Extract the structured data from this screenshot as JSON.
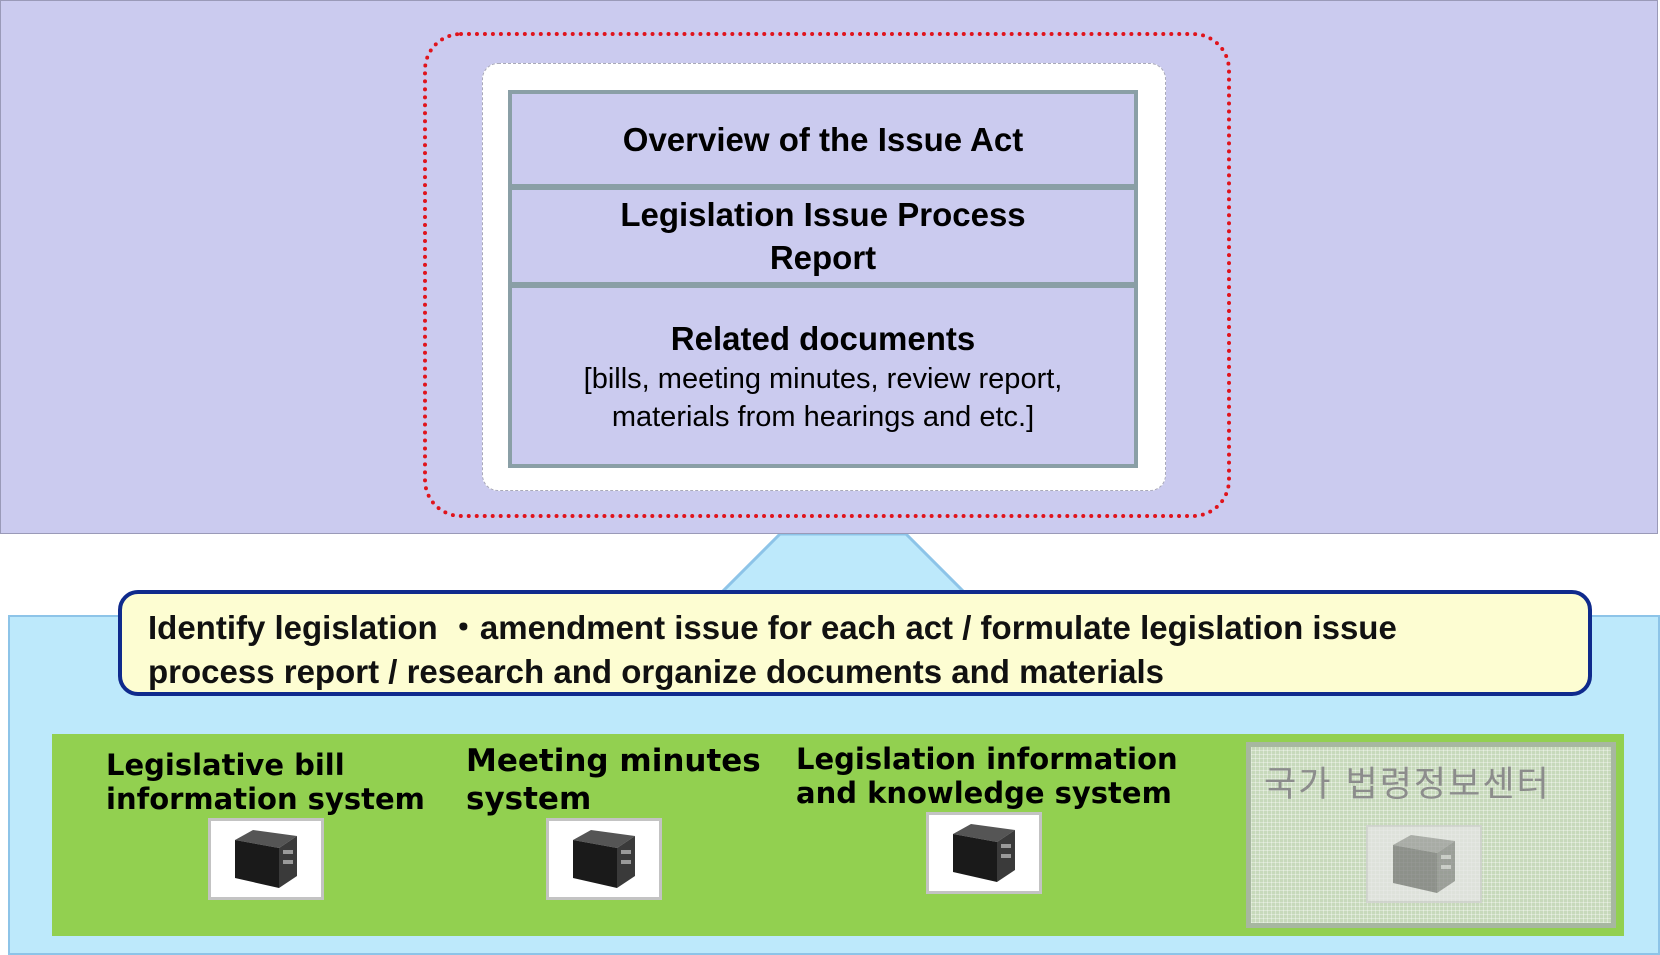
{
  "top_section": {
    "boxes": [
      {
        "title": "Overview of the Issue Act"
      },
      {
        "title_line1": "Legislation Issue Process",
        "title_line2": "Report"
      },
      {
        "title": "Related documents",
        "detail_line1": "[bills, meeting minutes, review report,",
        "detail_line2": "materials from hearings and etc.]"
      }
    ]
  },
  "banner": {
    "line1": "Identify legislation ・amendment issue for each act / formulate legislation issue",
    "line2": "process report / research and organize documents and materials"
  },
  "systems": [
    {
      "line1": "Legislative bill",
      "line2": "information system",
      "icon": "server-icon"
    },
    {
      "line1": "Meeting minutes",
      "line2": "system",
      "icon": "server-icon"
    },
    {
      "line1": "Legislation information",
      "line2": "and knowledge system",
      "icon": "server-icon"
    }
  ],
  "faded_system": {
    "label": "국가 법령정보센터",
    "icon": "server-icon"
  },
  "colors": {
    "top_panel": "#cbcbef",
    "dotted_frame": "#e0141c",
    "bottom_panel": "#bde9fb",
    "banner_fill": "#fdfdd2",
    "banner_border": "#0f2a8c",
    "green_strip": "#92d050"
  }
}
